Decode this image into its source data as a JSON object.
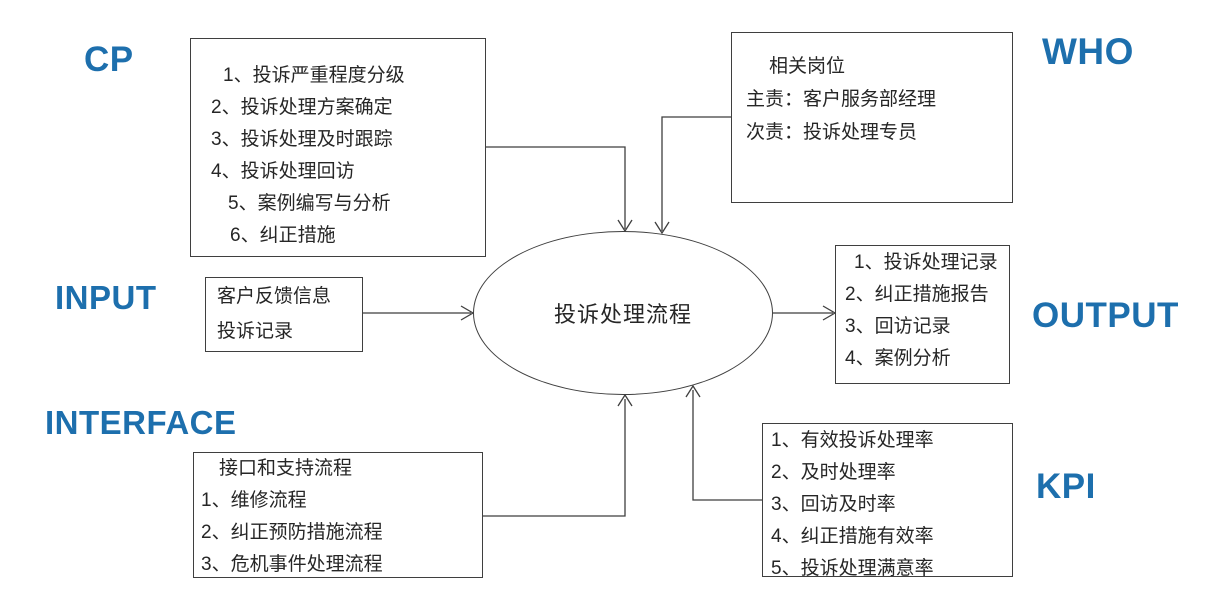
{
  "colors": {
    "accent_blue": "#1d6fad",
    "line_gray": "#3f3f3f",
    "text": "#262626"
  },
  "labels": {
    "cp": "CP",
    "who": "WHO",
    "input": "INPUT",
    "output": "OUTPUT",
    "interface": "INTERFACE",
    "kpi": "KPI"
  },
  "process": {
    "title": "投诉处理流程"
  },
  "cp_box": {
    "items": [
      "1、投诉严重程度分级",
      "2、投诉处理方案确定",
      "3、投诉处理及时跟踪",
      "4、投诉处理回访",
      "5、案例编写与分析",
      "6、纠正措施"
    ]
  },
  "who_box": {
    "title": "相关岗位",
    "lines": [
      "主责：客户服务部经理",
      "次责：投诉处理专员"
    ]
  },
  "input_box": {
    "lines": [
      "客户反馈信息",
      "投诉记录"
    ]
  },
  "output_box": {
    "items": [
      "1、投诉处理记录",
      "2、纠正措施报告",
      "3、回访记录",
      "4、案例分析"
    ]
  },
  "interface_box": {
    "title": "接口和支持流程",
    "items": [
      "1、维修流程",
      "2、纠正预防措施流程",
      "3、危机事件处理流程"
    ]
  },
  "kpi_box": {
    "items": [
      "1、有效投诉处理率",
      "2、及时处理率",
      "3、回访及时率",
      "4、纠正措施有效率",
      "5、投诉处理满意率"
    ]
  }
}
